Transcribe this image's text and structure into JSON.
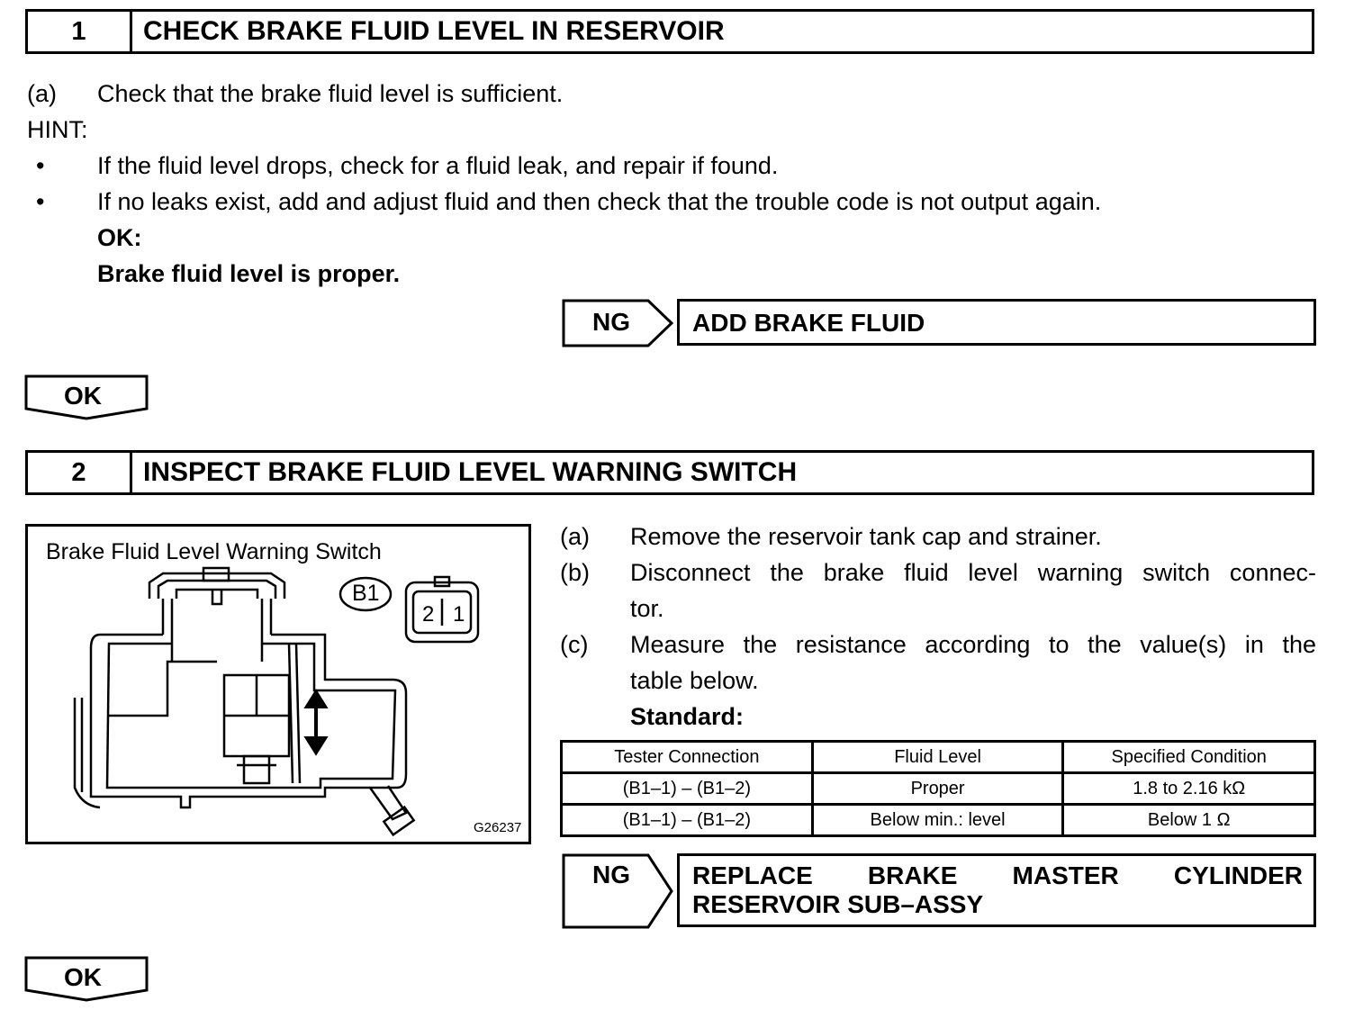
{
  "step1": {
    "number": "1",
    "title": "CHECK BRAKE FLUID LEVEL IN RESERVOIR",
    "item_a_marker": "(a)",
    "item_a_text": "Check that the brake fluid level is sufficient.",
    "hint_label": "HINT:",
    "bullet_char": "•",
    "hints": [
      "If the fluid level drops, check for a fluid leak, and repair if found.",
      "If no leaks exist, add and adjust fluid and then check that the trouble code is not output again."
    ],
    "ok_label": "OK:",
    "ok_condition": "Brake fluid level is proper.",
    "ng_label": "NG",
    "ng_action": "ADD BRAKE FLUID",
    "ok_arrow_label": "OK"
  },
  "step2": {
    "number": "2",
    "title": "INSPECT BRAKE FLUID LEVEL WARNING SWITCH",
    "figure": {
      "title": "Brake Fluid Level Warning Switch",
      "connector_label": "B1",
      "pin_2": "2",
      "pin_1": "1",
      "figure_id": "G26237"
    },
    "items": [
      {
        "marker": "(a)",
        "lines": [
          "Remove the reservoir tank cap and strainer."
        ]
      },
      {
        "marker": "(b)",
        "lines": [
          "Disconnect the brake fluid level warning switch connec-",
          "tor."
        ]
      },
      {
        "marker": "(c)",
        "lines": [
          "Measure the resistance according to the value(s) in the",
          "table below."
        ]
      }
    ],
    "standard_label": "Standard:",
    "table": {
      "headers": [
        "Tester Connection",
        "Fluid Level",
        "Specified Condition"
      ],
      "rows": [
        [
          "(B1–1) – (B1–2)",
          "Proper",
          "1.8 to 2.16 kΩ"
        ],
        [
          "(B1–1) – (B1–2)",
          "Below min.: level",
          "Below 1 Ω"
        ]
      ]
    },
    "ng_label": "NG",
    "ng_action_words": [
      "REPLACE",
      "BRAKE",
      "MASTER",
      "CYLINDER"
    ],
    "ng_action_line2": "RESERVOIR SUB–ASSY",
    "ok_arrow_label": "OK"
  }
}
